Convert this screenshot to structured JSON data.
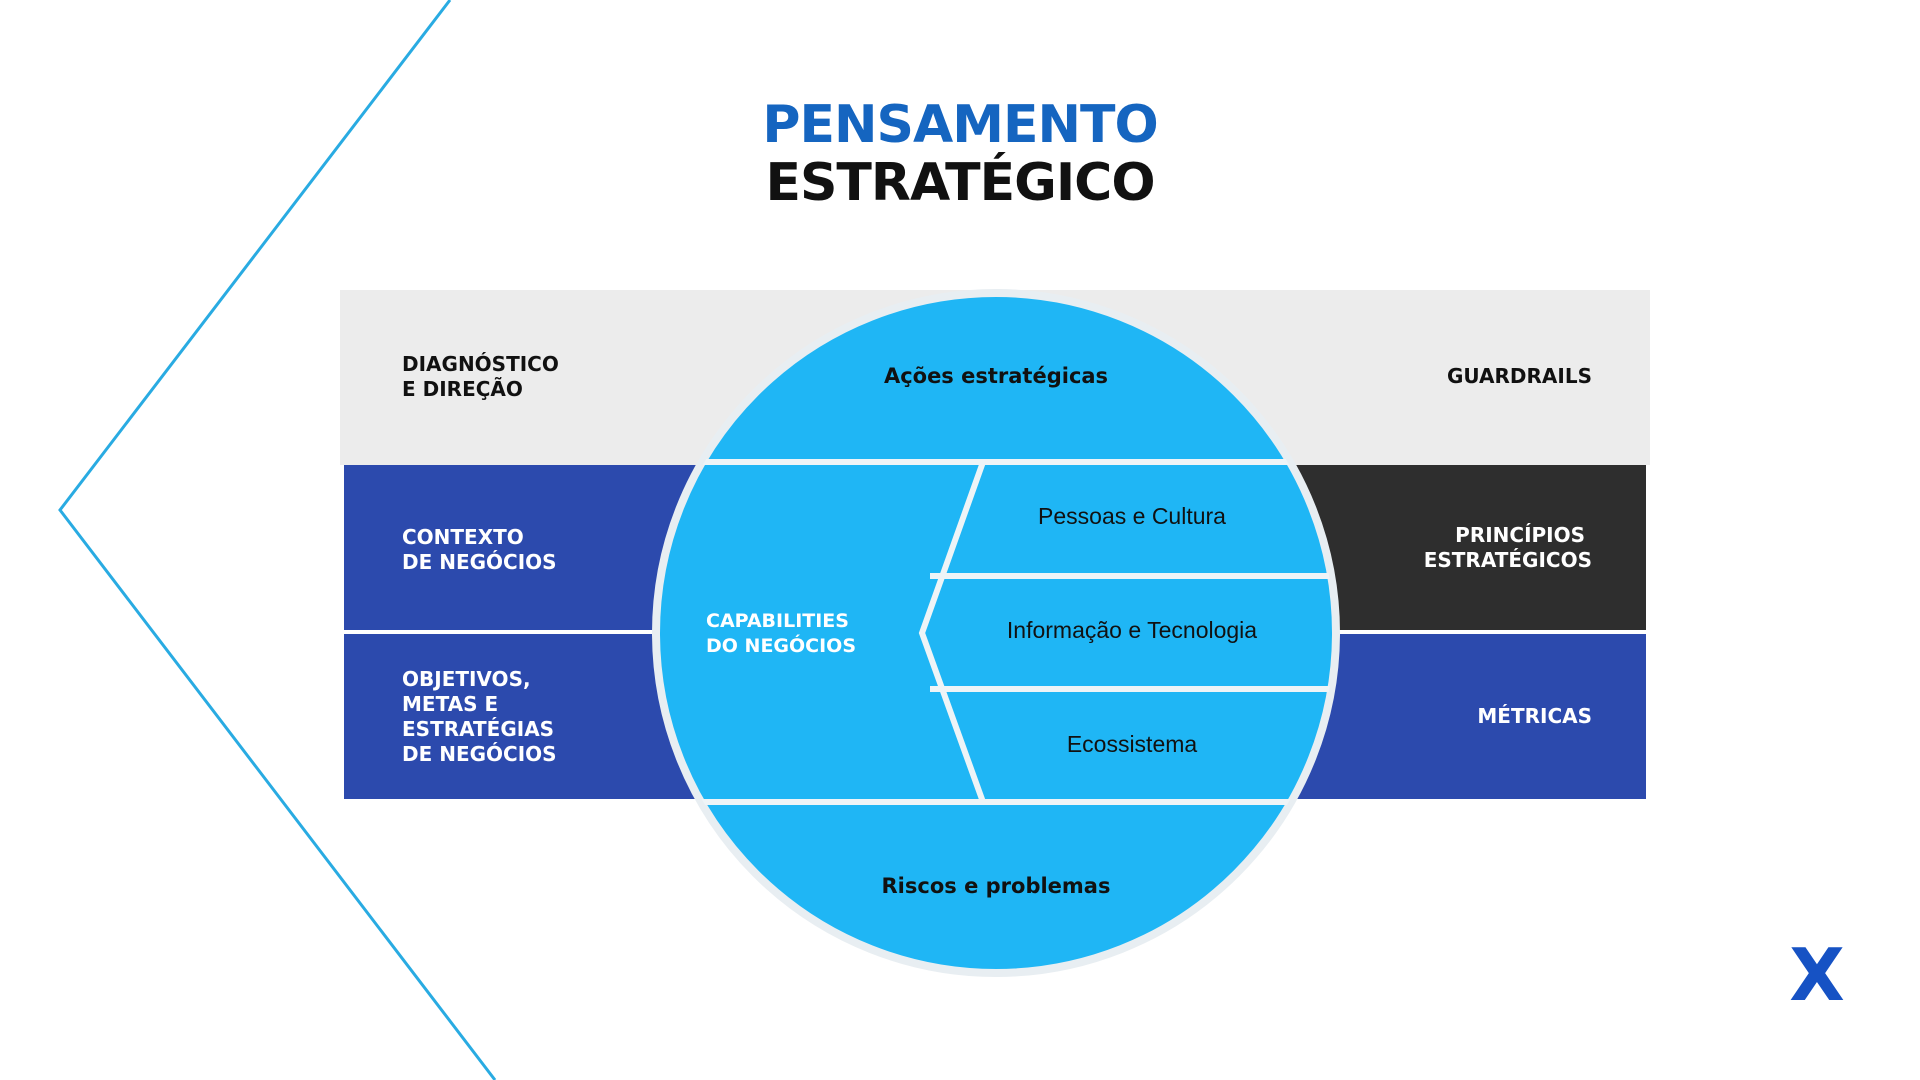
{
  "title": {
    "line1": "PENSAMENTO",
    "line2": "ESTRATÉGICO"
  },
  "left": {
    "diagnostico": [
      "DIAGNÓSTICO",
      "E DIREÇÃO"
    ],
    "contexto": [
      "CONTEXTO",
      "DE NEGÓCIOS"
    ],
    "objetivos": [
      "OBJETIVOS,",
      "METAS E",
      "ESTRATÉGIAS",
      "DE NEGÓCIOS"
    ]
  },
  "right": {
    "guardrails": "GUARDRAILS",
    "principios": [
      "PRINCÍPIOS",
      "ESTRATÉGICOS"
    ],
    "metricas": "MÉTRICAS"
  },
  "circle": {
    "top": "Ações estratégicas",
    "bottom": "Riscos e problemas",
    "capabilities": [
      "CAPABILITIES",
      "DO NEGÓCIOS"
    ],
    "items": [
      "Pessoas e Cultura",
      "Informação e Tecnologia",
      "Ecossistema"
    ]
  },
  "logo": "X",
  "colors": {
    "circle": "#1fb6f5",
    "dark_blue": "#2c4aad",
    "dark_gray": "#2e2e2e",
    "light_gray": "#ececec",
    "title_blue": "#1565c0",
    "line_blue": "#29abe2"
  }
}
